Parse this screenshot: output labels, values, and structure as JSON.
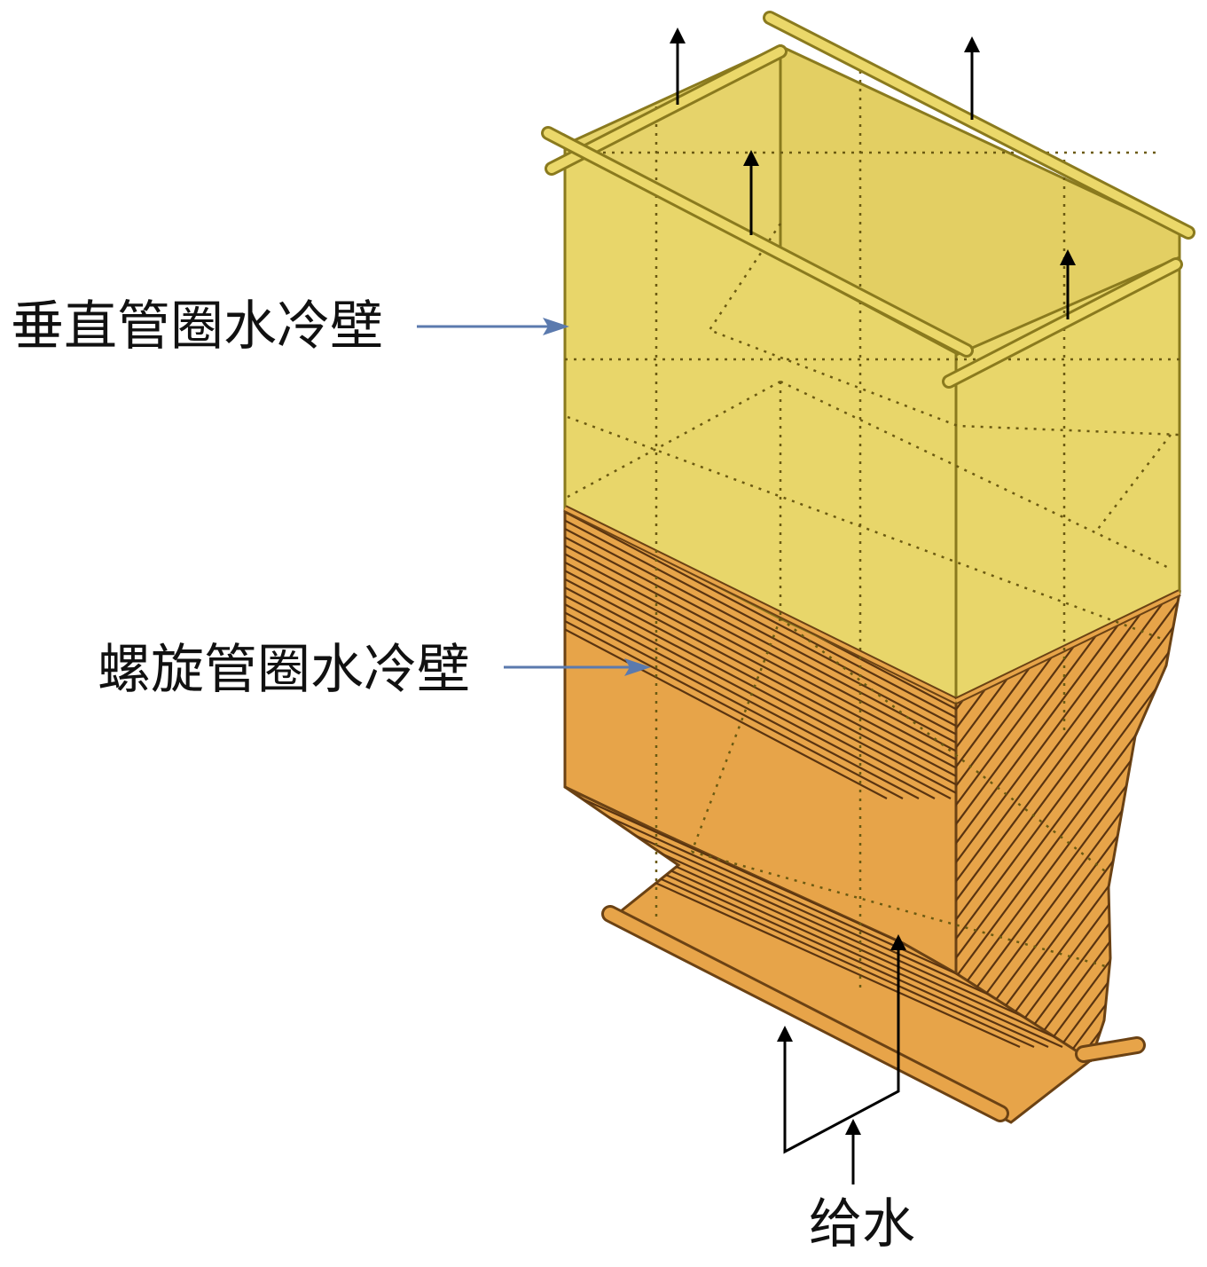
{
  "labels": {
    "vertical_wall": "垂直管圈水冷壁",
    "spiral_wall": "螺旋管圈水冷壁",
    "feedwater": "给水"
  },
  "colors": {
    "vertical_fill": "#E8D66A",
    "vertical_edge": "#8A7A1E",
    "header_tube": "#EBD86A",
    "spiral_fill": "#E7A449",
    "spiral_stripe": "#5A3410",
    "spiral_edge": "#6B4214",
    "pointer_arrow": "#5B7AAE",
    "flow_arrow": "#000000"
  }
}
